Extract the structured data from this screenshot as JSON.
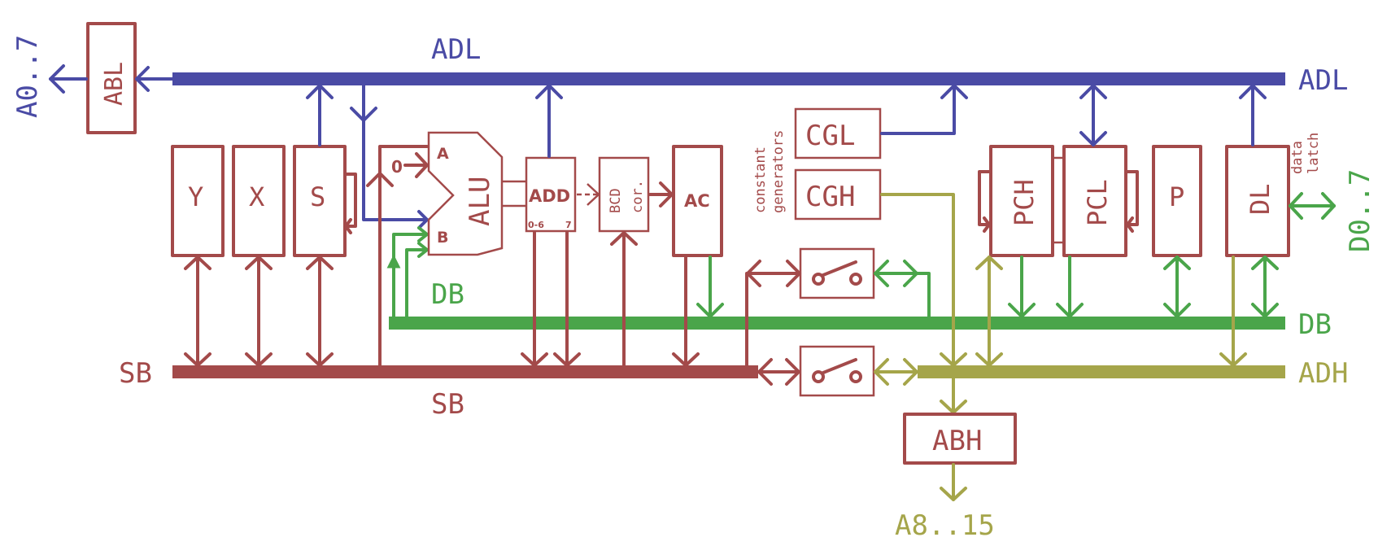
{
  "colors": {
    "adl": "#4a4ba5",
    "component": "#a34a4a",
    "db": "#4aa54a",
    "adh": "#a5a54a"
  },
  "buses": {
    "adl_top": "ADL",
    "adl_right": "ADL",
    "db_mid": "DB",
    "db_right": "DB",
    "sb_left": "SB",
    "sb_bottom": "SB",
    "adh_right": "ADH"
  },
  "pins": {
    "addr_low": "A0..7",
    "addr_high": "A8..15",
    "data": "D0..7"
  },
  "registers": {
    "abl": "ABL",
    "y": "Y",
    "x": "X",
    "s": "S",
    "alu": "ALU",
    "alu_in_a": "A",
    "alu_in_b": "B",
    "alu_zero": "0",
    "add": "ADD",
    "add_low": "0-6",
    "add_high": "7",
    "bcd_line1": "BCD",
    "bcd_line2": "cor.",
    "ac": "AC",
    "cgl": "CGL",
    "cgh": "CGH",
    "pch": "PCH",
    "pcl": "PCL",
    "p": "P",
    "dl": "DL",
    "abh": "ABH"
  },
  "annotations": {
    "cg_line1": "constant",
    "cg_line2": "generators",
    "dl_line1": "data",
    "dl_line2": "latch"
  }
}
